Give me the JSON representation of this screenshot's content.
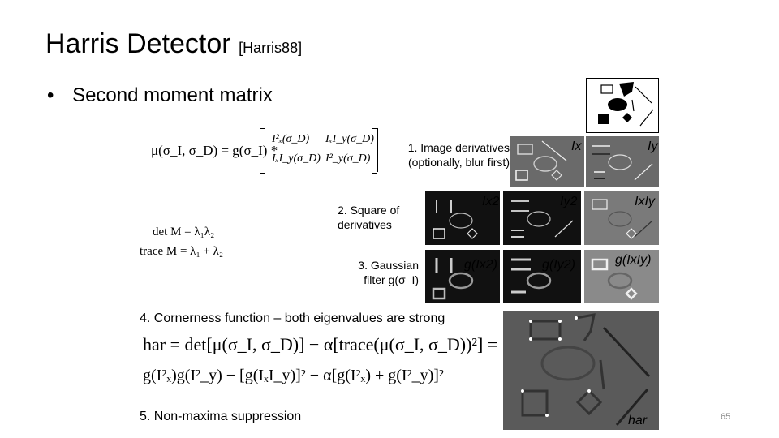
{
  "slide": {
    "title": "Harris Detector",
    "title_ref": "[Harris88]",
    "bullet": "Second moment matrix",
    "page_number": "65"
  },
  "equations": {
    "mu_lhs": "μ(σ_I, σ_D) = g(σ_I) *",
    "m11": "I²ₓ(σ_D)",
    "m12": "IₓI_y(σ_D)",
    "m21": "IₓI_y(σ_D)",
    "m22": "I²_y(σ_D)",
    "det": "det M = λ₁λ₂",
    "trace": "trace M = λ₁ + λ₂",
    "har1": "har = det[μ(σ_I, σ_D)] − α[trace(μ(σ_I, σ_D))²] =",
    "har2": "g(I²ₓ)g(I²_y) − [g(IₓI_y)]² − α[g(I²ₓ) + g(I²_y)]²"
  },
  "steps": {
    "s1": "1. Image derivatives (optionally, blur first)",
    "s2": "2. Square of derivatives",
    "s3": "3. Gaussian filter g(σ_I)",
    "s4": "4. Cornerness function – both eigenvalues are strong",
    "s5": "5. Non-maxima suppression"
  },
  "panel_labels": {
    "ix": "Ix",
    "iy": "Iy",
    "ix2": "Ix2",
    "iy2": "Iy2",
    "ixiy": "IxIy",
    "gix2": "g(Ix2)",
    "giy2": "g(Iy2)",
    "gixiy": "g(IxIy)",
    "har": "har"
  }
}
